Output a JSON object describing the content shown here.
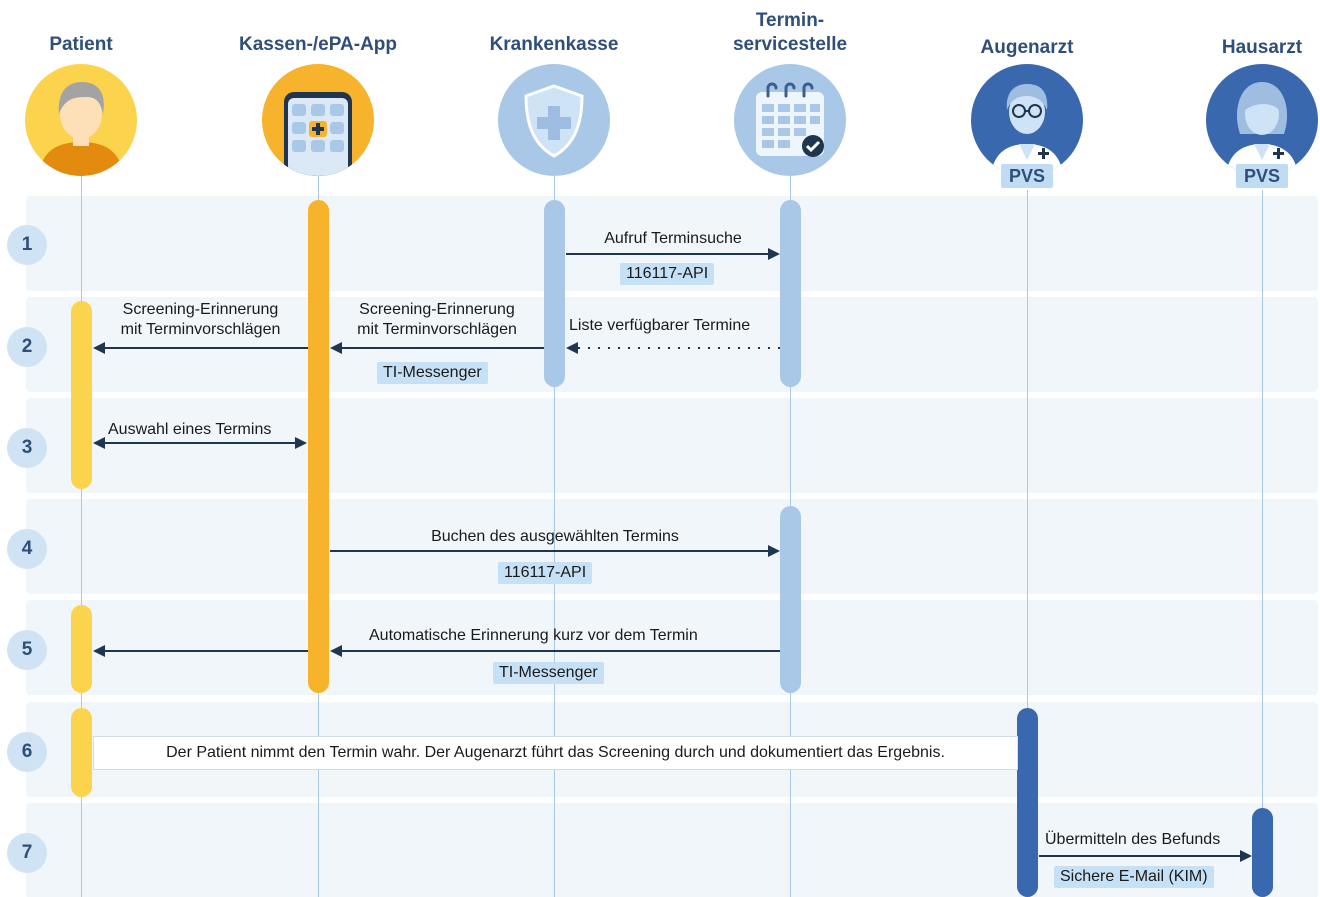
{
  "actors": {
    "patient": "Patient",
    "app": "Kassen-/ePA-App",
    "kasse": "Krankenkasse",
    "tss_line1": "Termin-",
    "tss_line2": "servicestelle",
    "augenarzt": "Augenarzt",
    "hausarzt": "Hausarzt"
  },
  "pvs_label": "PVS",
  "steps": [
    "1",
    "2",
    "3",
    "4",
    "5",
    "6",
    "7"
  ],
  "messages": {
    "m1": "Aufruf Terminsuche",
    "m1_tag": "116117-API",
    "m2a_line1": "Screening-Erinnerung",
    "m2a_line2": "mit Terminvorschlägen",
    "m2b_line1": "Screening-Erinnerung",
    "m2b_line2": "mit Terminvorschlägen",
    "m2c": "Liste verfügbarer Termine",
    "m2_tag": "TI-Messenger",
    "m3": "Auswahl eines Termins",
    "m4": "Buchen des ausgewählten Termins",
    "m4_tag": "116117-API",
    "m5": "Automatische Erinnerung kurz vor dem Termin",
    "m5_tag": "TI-Messenger",
    "m6": "Der Patient nimmt den Termin wahr. Der Augenarzt führt das Screening durch und dokumentiert das Ergebnis.",
    "m7": "Übermitteln des Befunds",
    "m7_tag": "Sichere E-Mail (KIM)"
  },
  "colors": {
    "orange": "#f7b32b",
    "yellow": "#fcd34d",
    "light_blue": "#a9c8e8",
    "dark_blue": "#3a68ae",
    "arrow": "#1f3550"
  }
}
